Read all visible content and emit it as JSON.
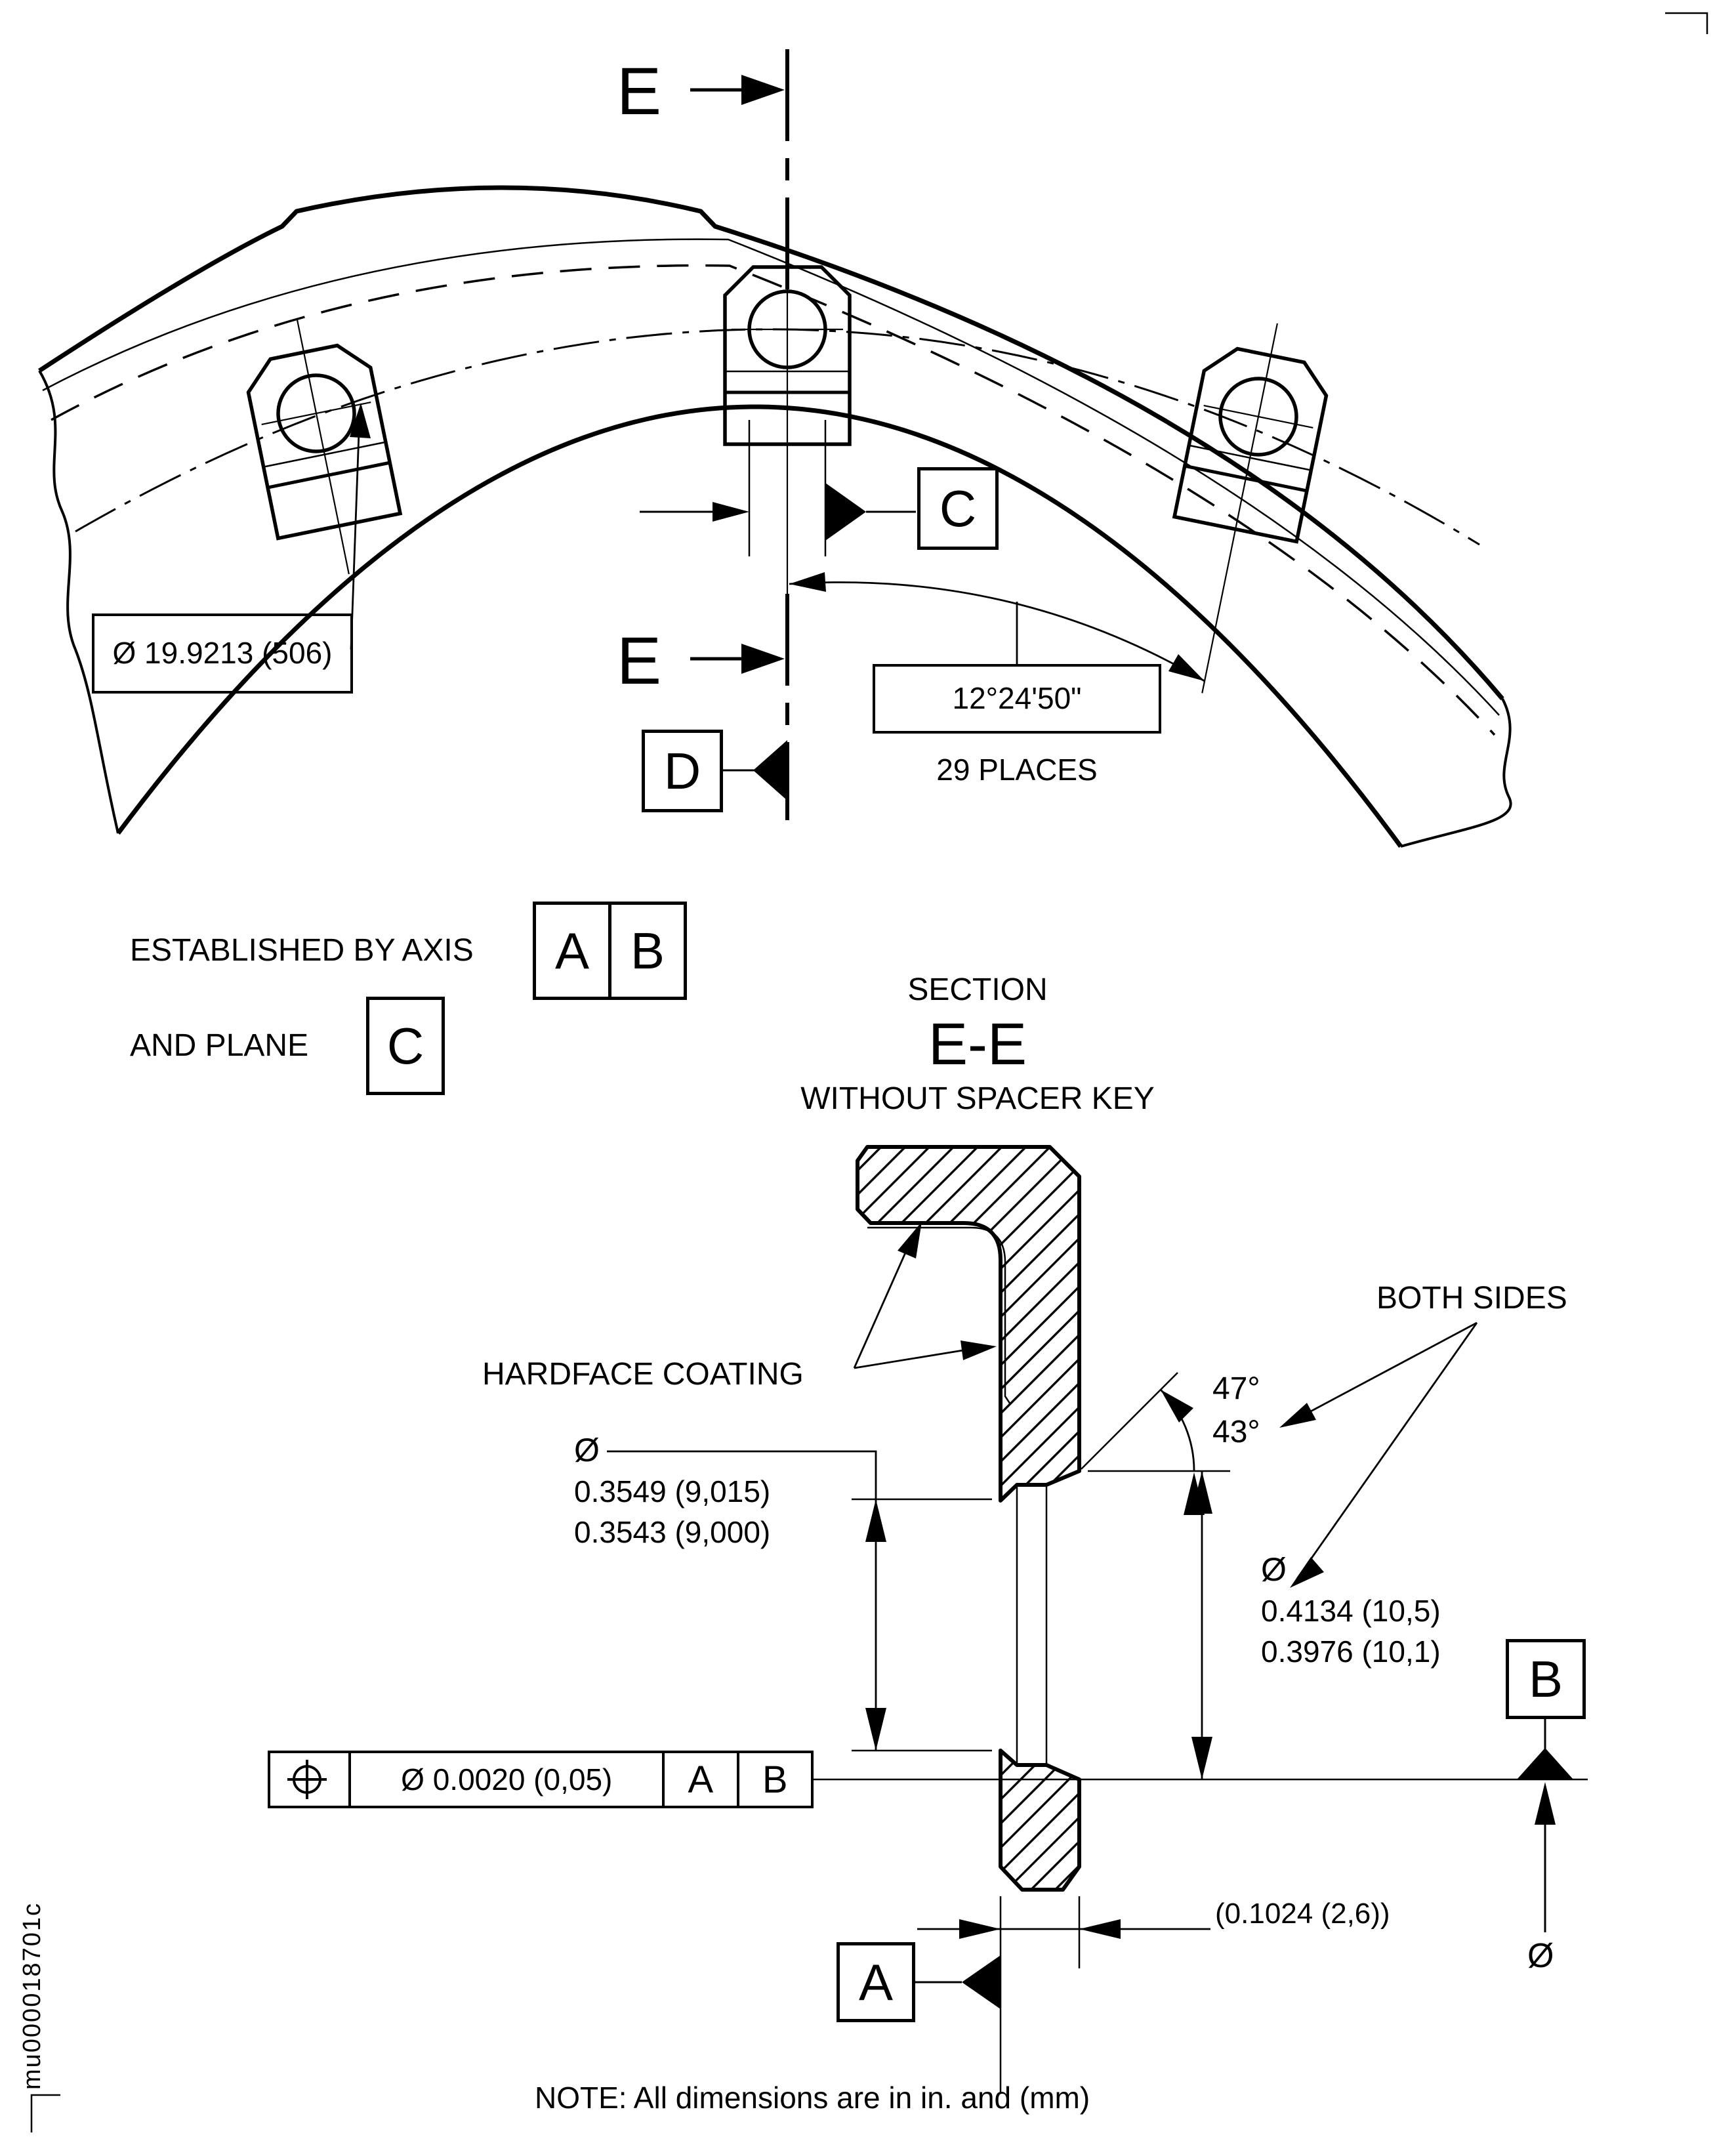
{
  "page": {
    "background": "#ffffff",
    "ink": "#000000"
  },
  "top_view": {
    "section_cut_label": "E",
    "datum_c_label": "C",
    "datum_d_label": "D",
    "pitch_diameter": "Ø 19.9213 (506)",
    "lug_spacing_angle": "12°24'50\"",
    "lug_spacing_places": "29 PLACES"
  },
  "datum_note": {
    "line1": "ESTABLISHED BY AXIS",
    "datums_ab": [
      "A",
      "B"
    ],
    "line2": "AND PLANE",
    "datum_c": "C"
  },
  "section_view": {
    "title_line1": "SECTION",
    "title_line2": "E-E",
    "title_line3": "WITHOUT SPACER KEY",
    "hardface_label": "HARDFACE COATING",
    "both_sides_label": "BOTH SIDES",
    "chamfer_angle_max": "47°",
    "chamfer_angle_min": "43°",
    "bore": {
      "dia_symbol": "Ø",
      "max": "0.3549 (9,015)",
      "min": "0.3543 (9,000)"
    },
    "chamfer_dia": {
      "dia_symbol": "Ø",
      "max": "0.4134 (10,5)",
      "min": "0.3976 (10,1)"
    },
    "datum_a_label": "A",
    "datum_b_label": "B",
    "web_thickness": "(0.1024 (2,6))",
    "datum_b_dia_symbol": "Ø",
    "fcf": {
      "symbol_icon": "position-tolerance-icon",
      "tolerance": "Ø 0.0020 (0,05)",
      "datum_1": "A",
      "datum_2": "B"
    }
  },
  "footer": {
    "note": "NOTE: All dimensions are in in. and (mm)",
    "doc_number": "mu000018701c"
  }
}
